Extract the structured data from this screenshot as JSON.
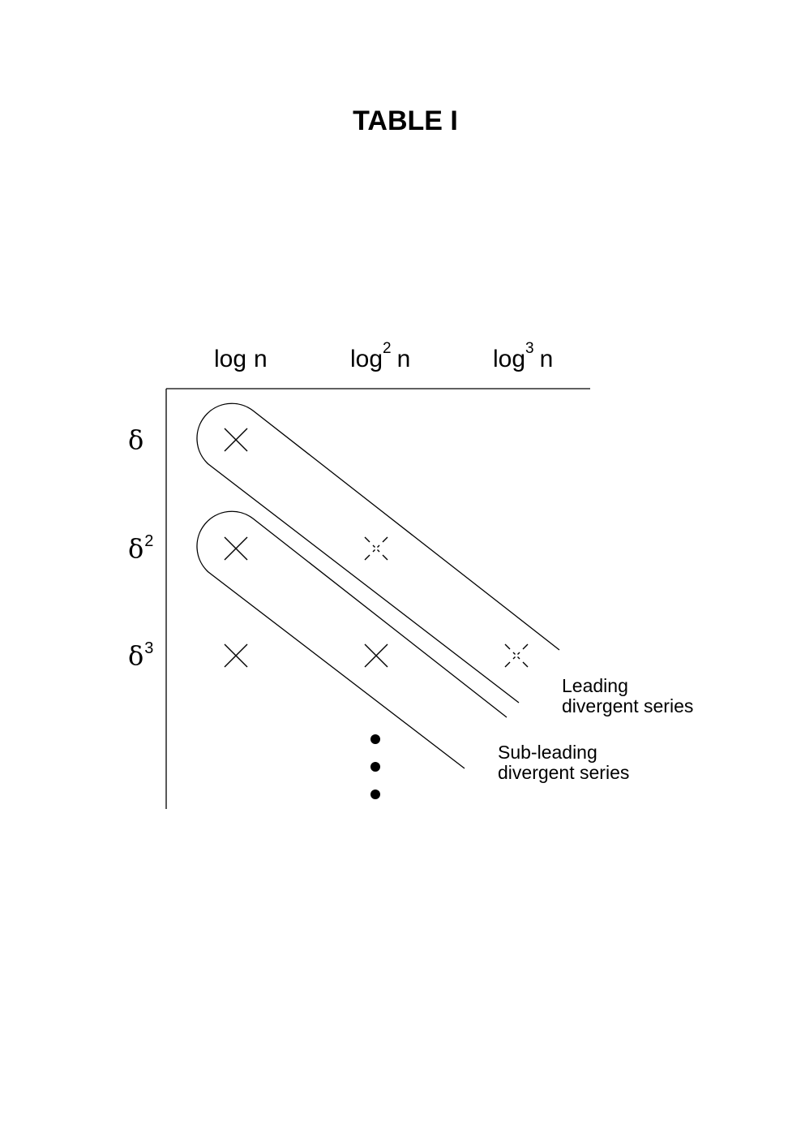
{
  "title": "TABLE I",
  "columns": [
    {
      "base": "log",
      "power": "",
      "var": "n"
    },
    {
      "base": "log",
      "power": "2",
      "var": "n"
    },
    {
      "base": "log",
      "power": "3",
      "var": "n"
    }
  ],
  "rows": [
    {
      "symbol": "δ",
      "power": ""
    },
    {
      "symbol": "δ",
      "power": "2"
    },
    {
      "symbol": "δ",
      "power": "3"
    }
  ],
  "cells": [
    {
      "row": 0,
      "col": 0,
      "style": "solid"
    },
    {
      "row": 1,
      "col": 0,
      "style": "solid"
    },
    {
      "row": 1,
      "col": 1,
      "style": "dashed"
    },
    {
      "row": 2,
      "col": 0,
      "style": "solid"
    },
    {
      "row": 2,
      "col": 1,
      "style": "solid"
    },
    {
      "row": 2,
      "col": 2,
      "style": "dashed"
    }
  ],
  "continuation_dots": 3,
  "groups": [
    {
      "line1": "Leading",
      "line2": "divergent series"
    },
    {
      "line1": "Sub-leading",
      "line2": "divergent series"
    }
  ]
}
